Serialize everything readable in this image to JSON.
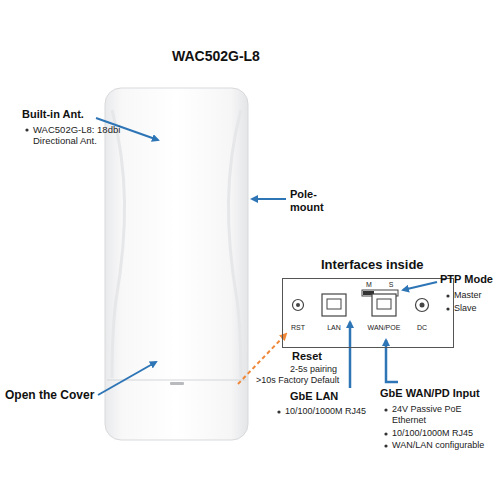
{
  "diagram": {
    "title": "WAC502G-L8",
    "nodes": [
      {
        "text": [
          "Interfaces inside"
        ]
      }
    ],
    "labels": [
      "Built-in Ant.",
      "WAC502G-L8: 18dbi Directional Ant.",
      "Pole-mount",
      "Open the Cover",
      "RST",
      "LAN",
      "WAN/POE",
      "DC",
      "M",
      "S",
      "PTP Mode",
      "Master",
      "Slave",
      "Reset",
      "2-5s pairing",
      ">10s Factory Default",
      "GbE LAN",
      "10/100/1000M RJ45",
      "GbE WAN/PD Input",
      "24V Passive PoE Ethernet",
      "10/100/1000M RJ45",
      "WAN/LAN configurable"
    ]
  }
}
